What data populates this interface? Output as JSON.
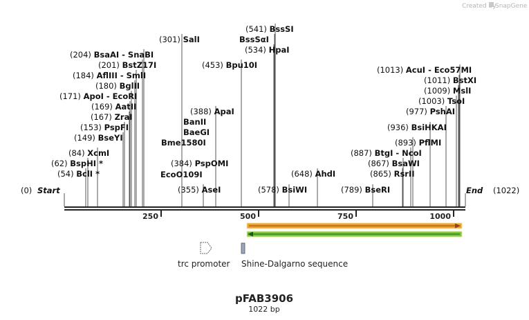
{
  "credit": {
    "prefix": "Created by",
    "brand": "SnapGene"
  },
  "sequence": {
    "name": "pFAB3906",
    "length_text": "1022 bp",
    "length": 1022
  },
  "ruler": {
    "ticks": [
      "250",
      "500",
      "750",
      "1000"
    ]
  },
  "ends": {
    "start": {
      "pos": "(0)",
      "name": "Start"
    },
    "end": {
      "pos": "(1022)",
      "name": "End"
    }
  },
  "sites": [
    {
      "pos": "(54)",
      "name": "BclI *"
    },
    {
      "pos": "(62)",
      "name": "BspHI *"
    },
    {
      "pos": "(84)",
      "name": "XcmI"
    },
    {
      "pos": "(149)",
      "name": "BseYI"
    },
    {
      "pos": "(153)",
      "name": "PspFI"
    },
    {
      "pos": "(167)",
      "name": "ZraI"
    },
    {
      "pos": "(169)",
      "name": "AatII"
    },
    {
      "pos": "(171)",
      "name": "ApoI",
      "extra": "- EcoRI"
    },
    {
      "pos": "(180)",
      "name": "BglII"
    },
    {
      "pos": "(184)",
      "name": "AflIII",
      "extra": "- SmlI"
    },
    {
      "pos": "(201)",
      "name": "BstZ17I"
    },
    {
      "pos": "(204)",
      "name": "BsaAI",
      "extra": "- SnaBI"
    },
    {
      "pos": "(301)",
      "name": "SalI"
    },
    {
      "pos": "(355)",
      "name": "AseI"
    },
    {
      "pos": "(384)",
      "name": "PspOMI"
    },
    {
      "pos": "",
      "name": "EcoO109I"
    },
    {
      "pos": "",
      "name": "Bme1580I"
    },
    {
      "pos": "",
      "name": "BaeGI"
    },
    {
      "pos": "",
      "name": "BanII"
    },
    {
      "pos": "(388)",
      "name": "ApaI"
    },
    {
      "pos": "(453)",
      "name": "Bpu10I"
    },
    {
      "pos": "(534)",
      "name": "HpaI"
    },
    {
      "pos": "",
      "name": "BssSαI"
    },
    {
      "pos": "(541)",
      "name": "BssSI"
    },
    {
      "pos": "(578)",
      "name": "BsiWI"
    },
    {
      "pos": "(648)",
      "name": "AhdI"
    },
    {
      "pos": "(789)",
      "name": "BseRI"
    },
    {
      "pos": "(865)",
      "name": "RsrII"
    },
    {
      "pos": "(867)",
      "name": "BsaWI"
    },
    {
      "pos": "(887)",
      "name": "BtgI",
      "extra": "- NcoI"
    },
    {
      "pos": "(893)",
      "name": "PflMI"
    },
    {
      "pos": "(936)",
      "name": "BsiHKAI"
    },
    {
      "pos": "(977)",
      "name": "PshAI"
    },
    {
      "pos": "(1003)",
      "name": "TsoI"
    },
    {
      "pos": "(1009)",
      "name": "MslI"
    },
    {
      "pos": "(1011)",
      "name": "BstXI"
    },
    {
      "pos": "(1013)",
      "name": "AcuI",
      "extra": "- Eco57MI"
    }
  ],
  "features": [
    {
      "name": "trc promoter",
      "color": "#ffffff"
    },
    {
      "name": "Shine-Dalgarno sequence",
      "color": "#9aa6bd"
    },
    {
      "name": "",
      "color": "#f0a030"
    },
    {
      "name": "",
      "color": "#78c840"
    }
  ]
}
